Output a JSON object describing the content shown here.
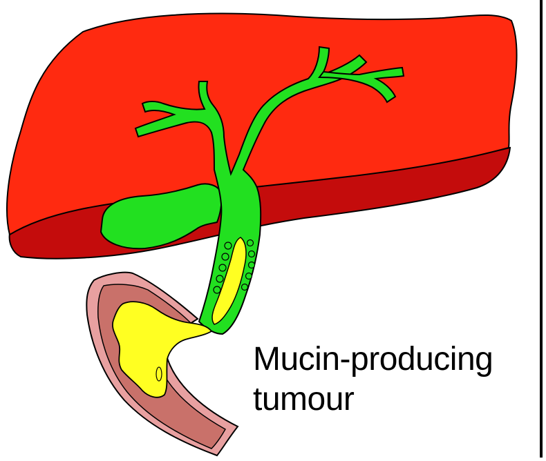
{
  "annotation": {
    "line1": "Mucin-producing",
    "line2": "tumour"
  },
  "colors": {
    "liver": "#ff2a10",
    "liver_shadow": "#c40c0c",
    "bile_ducts": "#22e020",
    "mucin": "#ffff22",
    "duodenum_wall": "#e8a0a0",
    "duodenum_mucosa": "#c9716a",
    "outline": "#000000"
  },
  "icons": [
    "liver-illustration",
    "biliary-tree",
    "gallbladder",
    "duodenum",
    "mucin-plug"
  ]
}
